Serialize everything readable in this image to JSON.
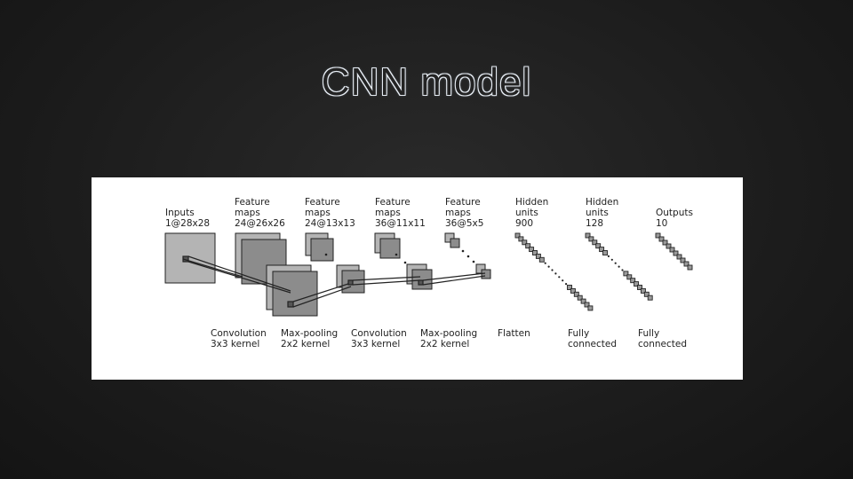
{
  "slide": {
    "title": "CNN model"
  },
  "diagram": {
    "layers": [
      {
        "line1": "Inputs",
        "line2": "1@28x28",
        "line3": ""
      },
      {
        "line1": "Feature",
        "line2": "maps",
        "line3": "24@26x26"
      },
      {
        "line1": "Feature",
        "line2": "maps",
        "line3": "24@13x13"
      },
      {
        "line1": "Feature",
        "line2": "maps",
        "line3": "36@11x11"
      },
      {
        "line1": "Feature",
        "line2": "maps",
        "line3": "36@5x5"
      },
      {
        "line1": "Hidden",
        "line2": "units",
        "line3": "900"
      },
      {
        "line1": "Hidden",
        "line2": "units",
        "line3": "128"
      },
      {
        "line1": "Outputs",
        "line2": "10",
        "line3": ""
      }
    ],
    "operations": [
      {
        "line1": "Convolution",
        "line2": "3x3 kernel"
      },
      {
        "line1": "Max-pooling",
        "line2": "2x2 kernel"
      },
      {
        "line1": "Convolution",
        "line2": "3x3 kernel"
      },
      {
        "line1": "Max-pooling",
        "line2": "2x2 kernel"
      },
      {
        "line1": "Flatten",
        "line2": ""
      },
      {
        "line1": "Fully",
        "line2": "connected"
      },
      {
        "line1": "Fully",
        "line2": "connected"
      }
    ],
    "colors": {
      "map_light": "#b4b4b4",
      "map_mid": "#8c8c8c",
      "map_dark": "#6e6e6e",
      "stroke": "#222222",
      "unit_fill": "#9a9a9a"
    }
  }
}
